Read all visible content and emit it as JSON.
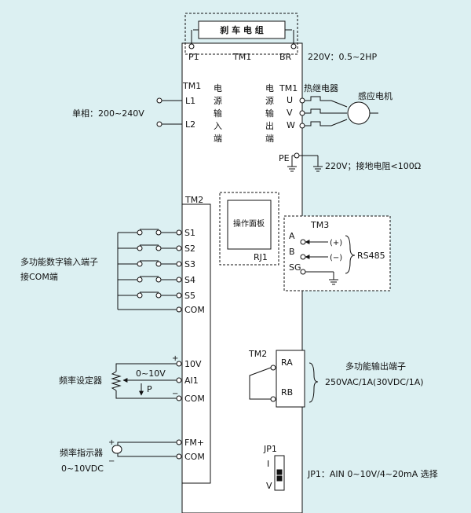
{
  "brake_unit": {
    "title": "刹 车 电 组",
    "p1": "P1",
    "tm1": "TM1",
    "br": "BR",
    "note": "220V：0.5~2HP"
  },
  "power_input": {
    "tm1": "TM1",
    "l1": "L1",
    "l2": "L2",
    "phase_label": "单相：200~240V",
    "vertical_label": [
      "电",
      "源",
      "输",
      "入",
      "端"
    ]
  },
  "output": {
    "vertical_label": [
      "电",
      "源",
      "输",
      "出",
      "端"
    ],
    "tm1": "TM1",
    "relay_label": "热继电器",
    "motor_label": "感应电机",
    "u": "U",
    "v": "V",
    "w": "W",
    "pe": "PE",
    "pe_note": "220V；接地电阻<100Ω"
  },
  "panel": {
    "label": "操作面板",
    "rj": "RJ1"
  },
  "tm2": {
    "label": "TM2",
    "s1": "S1",
    "s2": "S2",
    "s3": "S3",
    "s4": "S4",
    "s5": "S5",
    "com": "COM",
    "input_note_line1": "多功能数字输入端子",
    "input_note_line2": "接COM端"
  },
  "rs485": {
    "tm3": "TM3",
    "a": "A",
    "b": "B",
    "sg": "SG",
    "plus": "(+)",
    "minus": "(−)",
    "label": "RS485"
  },
  "analog": {
    "v10": "10V",
    "ai1": "AI1",
    "com": "COM",
    "range": "0~10V",
    "p": "P",
    "plus": "+",
    "minus": "−",
    "setter_label": "频率设定器"
  },
  "relay_out": {
    "tm2": "TM2",
    "ra": "RA",
    "rb": "RB",
    "note_line1": "多功能输出端子",
    "note_line2": "250VAC/1A(30VDC/1A)"
  },
  "meter": {
    "fm": "FM+",
    "com": "COM",
    "label": "频率指示器",
    "range": "0~10VDC",
    "plus": "+",
    "minus": "−"
  },
  "jumper": {
    "label": "JP1",
    "i": "I",
    "v": "V",
    "note": "JP1：AIN  0~10V/4~20mA 选择"
  }
}
